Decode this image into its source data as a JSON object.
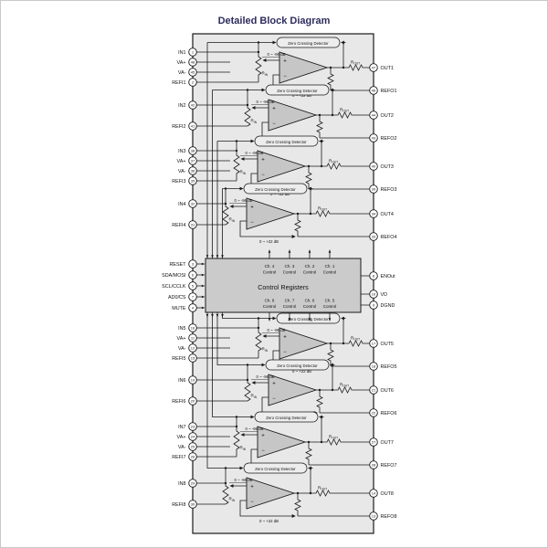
{
  "title": "Detailed Block Diagram",
  "colors": {
    "chip_fill": "#e8e8e8",
    "control_block_fill": "#cbcbcb",
    "amp_fill": "#c6c6c6",
    "zcd_fill": "#ededed",
    "wire": "#1a1a1a",
    "title_color": "#2d2d5e"
  },
  "amp_cell": {
    "zcd_label": "Zero Crossing Detector",
    "input_range": "0 ~ -96 dB",
    "gain_range": "0 ~ +22 dB",
    "r_symbol": "R",
    "r_in_sub": "IN",
    "r_out_sub": "OUT",
    "plus": "+",
    "minus": "−"
  },
  "control_block": {
    "label": "Control Registers",
    "top": [
      {
        "line1": "Ch. 4",
        "line2": "Control"
      },
      {
        "line1": "Ch. 3",
        "line2": "Control"
      },
      {
        "line1": "Ch. 2",
        "line2": "Control"
      },
      {
        "line1": "Ch. 1",
        "line2": "Control"
      }
    ],
    "bottom": [
      {
        "line1": "Ch. 8",
        "line2": "Control"
      },
      {
        "line1": "Ch. 7",
        "line2": "Control"
      },
      {
        "line1": "Ch. 6",
        "line2": "Control"
      },
      {
        "line1": "Ch. 5",
        "line2": "Control"
      }
    ]
  },
  "pins": {
    "left": [
      {
        "label": "IN1",
        "num": "1"
      },
      {
        "label": "VA+",
        "num": "48"
      },
      {
        "label": "VA-",
        "num": "45"
      },
      {
        "label": "REFI1",
        "num": "2"
      },
      {
        "label": "IN2",
        "num": "42"
      },
      {
        "label": "REFI2",
        "num": "41"
      },
      {
        "label": "IN3",
        "num": "38"
      },
      {
        "label": "VA+",
        "num": "37"
      },
      {
        "label": "VA-",
        "num": "36"
      },
      {
        "label": "REFI3",
        "num": "35"
      },
      {
        "label": "IN4",
        "num": "32"
      },
      {
        "label": "REFI4",
        "num": "31"
      },
      {
        "pre": "",
        "ov": "RESET",
        "num": "3"
      },
      {
        "label": "SDA/MOSI",
        "num": "6"
      },
      {
        "label": "SCL/CCLK",
        "num": "5"
      },
      {
        "pre": "AD0/",
        "ov": "CS",
        "num": "7"
      },
      {
        "pre": "",
        "ov": "MUTE",
        "num": "4"
      },
      {
        "label": "IN5",
        "num": "16"
      },
      {
        "label": "VA+",
        "num": "11"
      },
      {
        "label": "VA-",
        "num": "12"
      },
      {
        "label": "REFI5",
        "num": "15"
      },
      {
        "label": "IN6",
        "num": "19"
      },
      {
        "label": "REFI6",
        "num": "20"
      },
      {
        "label": "IN7",
        "num": "23"
      },
      {
        "label": "VA+",
        "num": "24"
      },
      {
        "label": "VA-",
        "num": "25"
      },
      {
        "label": "REFI7",
        "num": "26"
      },
      {
        "label": "IN8",
        "num": "29"
      },
      {
        "label": "REFI8",
        "num": "30"
      }
    ],
    "right": [
      {
        "label": "OUT1",
        "num": "47"
      },
      {
        "label": "REFO1",
        "num": "46"
      },
      {
        "label": "OUT2",
        "num": "44"
      },
      {
        "label": "REFO2",
        "num": "43"
      },
      {
        "label": "OUT3",
        "num": "40"
      },
      {
        "label": "REFO3",
        "num": "39"
      },
      {
        "label": "OUT4",
        "num": "34"
      },
      {
        "label": "REFO4",
        "num": "33"
      },
      {
        "label": "ENOut",
        "num": "8"
      },
      {
        "label": "VD",
        "num": "10"
      },
      {
        "label": "DGND",
        "num": "9"
      },
      {
        "label": "OUT5",
        "num": "17"
      },
      {
        "label": "REFO5",
        "num": "18"
      },
      {
        "label": "OUT6",
        "num": "21"
      },
      {
        "label": "REFO6",
        "num": "22"
      },
      {
        "label": "OUT7",
        "num": "27"
      },
      {
        "label": "REFO7",
        "num": "28"
      },
      {
        "label": "OUT8",
        "num": "14"
      },
      {
        "label": "REFO8",
        "num": "13"
      }
    ]
  }
}
